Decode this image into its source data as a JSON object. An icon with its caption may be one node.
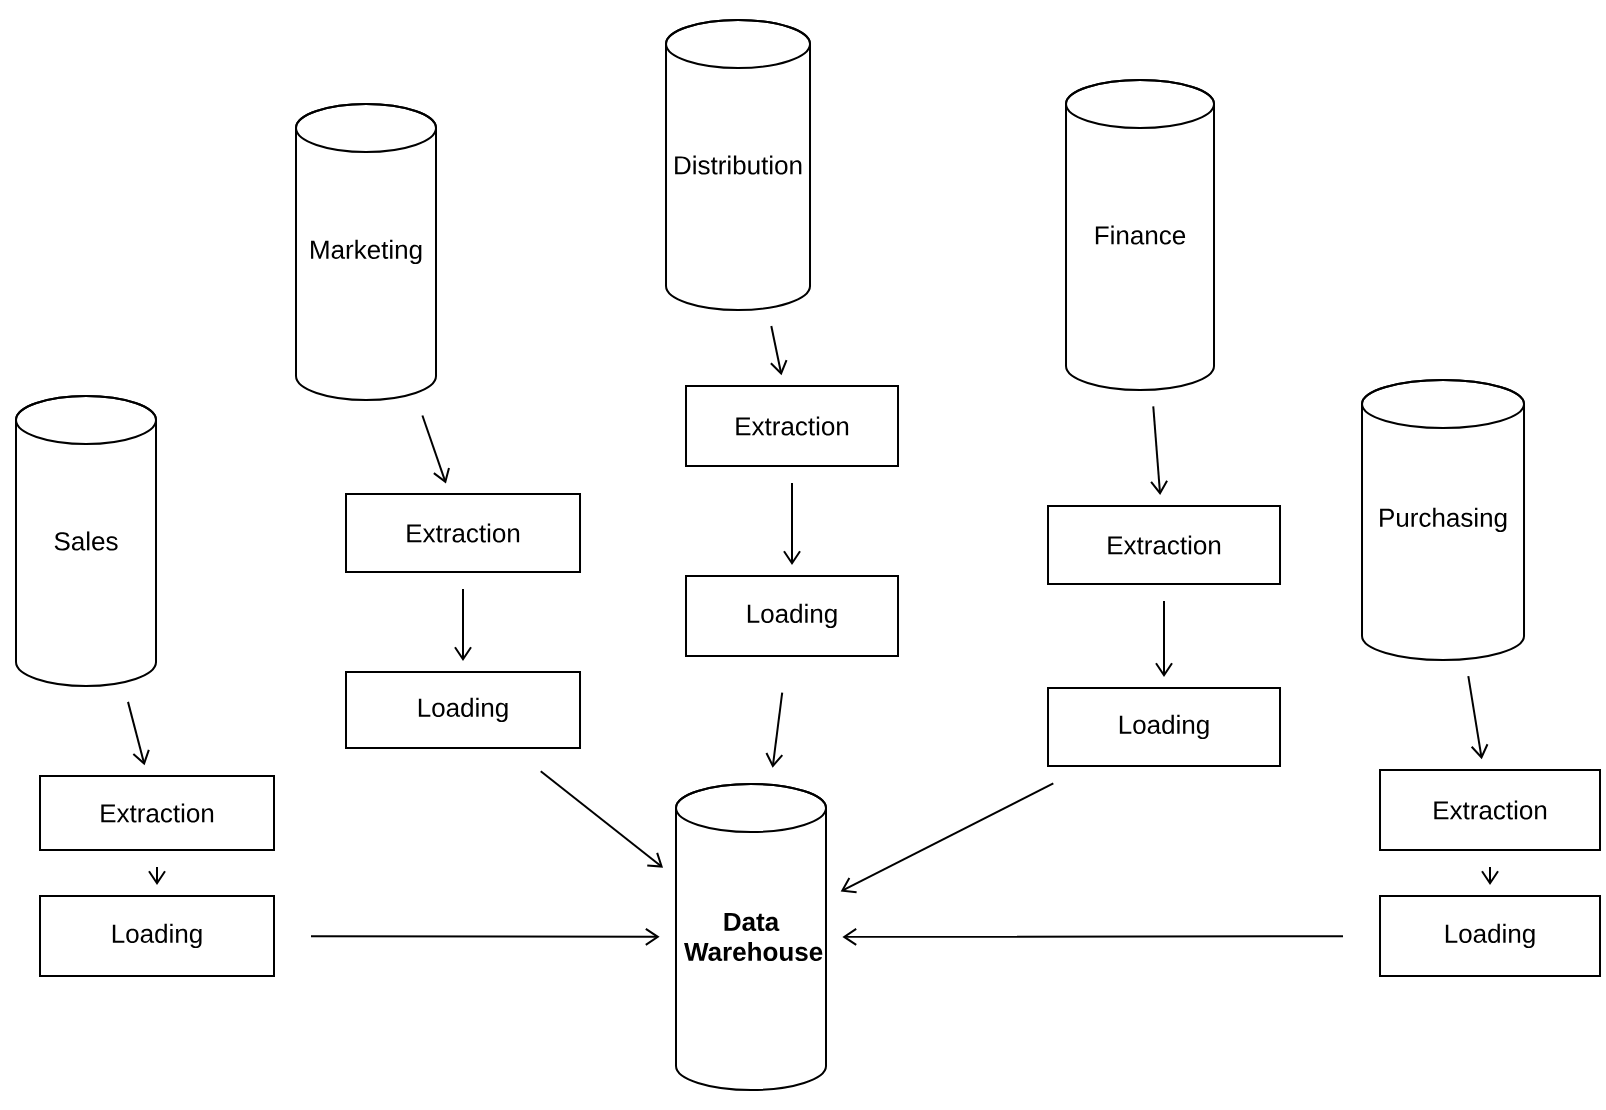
{
  "diagram": {
    "nodes": [
      {
        "text": [
          "Sales"
        ]
      },
      {
        "text": [
          "Extraction"
        ]
      },
      {
        "text": [
          "Loading"
        ]
      },
      {
        "text": [
          "Marketing"
        ]
      },
      {
        "text": [
          "Extraction"
        ]
      },
      {
        "text": [
          "Loading"
        ]
      },
      {
        "text": [
          "Distribution"
        ]
      },
      {
        "text": [
          "Extraction"
        ]
      },
      {
        "text": [
          "Loading"
        ]
      },
      {
        "text": [
          "Finance"
        ]
      },
      {
        "text": [
          "Extraction"
        ]
      },
      {
        "text": [
          "Loading"
        ]
      },
      {
        "text": [
          "Purchasing"
        ]
      },
      {
        "text": [
          "Extraction"
        ]
      },
      {
        "text": [
          "Loading"
        ]
      },
      {
        "text": [
          "Data Warehouse"
        ]
      }
    ],
    "edges": [
      {
        "from": 0,
        "to": 1,
        "arrow": "to"
      },
      {
        "from": 1,
        "to": 2,
        "arrow": "to"
      },
      {
        "from": 3,
        "to": 4,
        "arrow": "to"
      },
      {
        "from": 4,
        "to": 5,
        "arrow": "to"
      },
      {
        "from": 6,
        "to": 7,
        "arrow": "to"
      },
      {
        "from": 7,
        "to": 8,
        "arrow": "to"
      },
      {
        "from": 9,
        "to": 10,
        "arrow": "to"
      },
      {
        "from": 10,
        "to": 11,
        "arrow": "to"
      },
      {
        "from": 12,
        "to": 13,
        "arrow": "to"
      },
      {
        "from": 13,
        "to": 14,
        "arrow": "to"
      },
      {
        "from": 2,
        "to": 15,
        "arrow": "to"
      },
      {
        "from": 5,
        "to": 15,
        "arrow": "to"
      },
      {
        "from": 8,
        "to": 15,
        "arrow": "to"
      },
      {
        "from": 11,
        "to": 15,
        "arrow": "to"
      },
      {
        "from": 14,
        "to": 15,
        "arrow": "to"
      }
    ]
  }
}
